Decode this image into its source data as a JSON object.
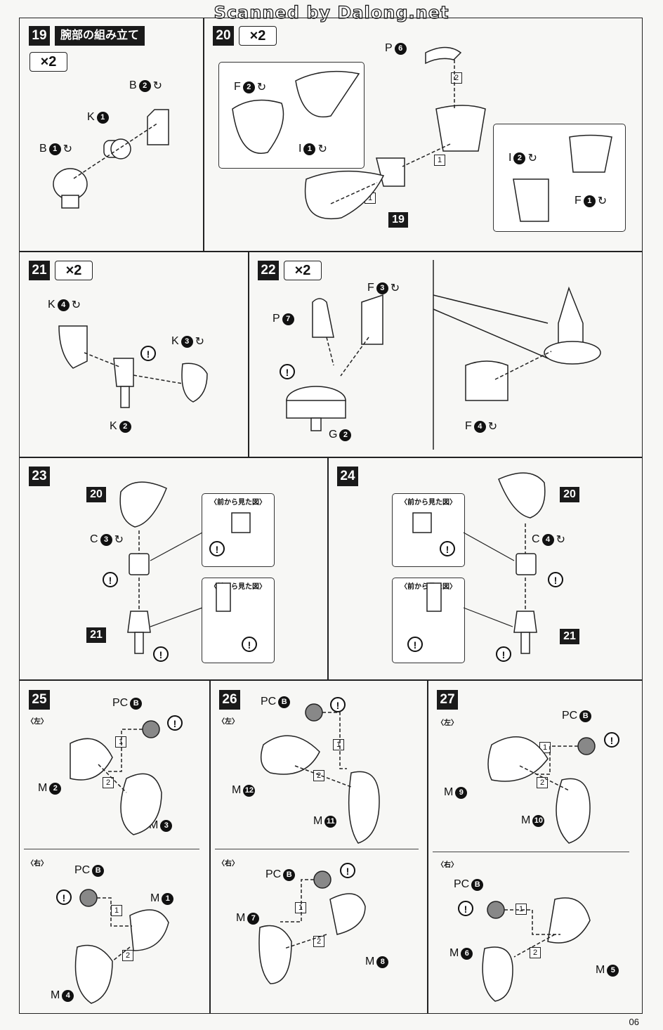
{
  "header": "Scanned by Dalong.net",
  "page_number": "06",
  "s19": {
    "step": "19",
    "title": "腕部の組み立て",
    "times": "×2",
    "b2": {
      "l": "B",
      "n": "2"
    },
    "k1": {
      "l": "K",
      "n": "1"
    },
    "b1": {
      "l": "B",
      "n": "1"
    }
  },
  "s20": {
    "step": "20",
    "times": "×2",
    "f2": {
      "l": "F",
      "n": "2"
    },
    "i1": {
      "l": "I",
      "n": "1"
    },
    "p6": {
      "l": "P",
      "n": "6"
    },
    "i2": {
      "l": "I",
      "n": "2"
    },
    "f1": {
      "l": "F",
      "n": "1"
    },
    "ref": "19",
    "seq1": "1",
    "seq2": "2",
    "seq3": "1",
    "seq4": "1"
  },
  "s21": {
    "step": "21",
    "times": "×2",
    "k4": {
      "l": "K",
      "n": "4"
    },
    "k3": {
      "l": "K",
      "n": "3"
    },
    "k2": {
      "l": "K",
      "n": "2"
    }
  },
  "s22": {
    "step": "22",
    "times": "×2",
    "f3": {
      "l": "F",
      "n": "3"
    },
    "p7": {
      "l": "P",
      "n": "7"
    },
    "g2": {
      "l": "G",
      "n": "2"
    },
    "f4": {
      "l": "F",
      "n": "4"
    }
  },
  "s23": {
    "step": "23",
    "ref20": "20",
    "ref21": "21",
    "c3": {
      "l": "C",
      "n": "3"
    },
    "cap1": "〈前から見た図〉",
    "cap2": "〈前から見た図〉"
  },
  "s24": {
    "step": "24",
    "ref20": "20",
    "ref21": "21",
    "c4": {
      "l": "C",
      "n": "4"
    },
    "cap1": "〈前から見た図〉",
    "cap2": "〈前から見た図〉"
  },
  "s25": {
    "step": "25",
    "left": "〈左〉",
    "right": "〈右〉",
    "pcb1": {
      "l": "PC",
      "n": "B"
    },
    "m2": {
      "l": "M",
      "n": "2"
    },
    "m3": {
      "l": "M",
      "n": "3"
    },
    "pcb2": {
      "l": "PC",
      "n": "B"
    },
    "m1": {
      "l": "M",
      "n": "1"
    },
    "m4": {
      "l": "M",
      "n": "4"
    }
  },
  "s26": {
    "step": "26",
    "left": "〈左〉",
    "right": "〈右〉",
    "pcb1": {
      "l": "PC",
      "n": "B"
    },
    "m12": {
      "l": "M",
      "n": "12"
    },
    "m11": {
      "l": "M",
      "n": "11"
    },
    "pcb2": {
      "l": "PC",
      "n": "B"
    },
    "m7": {
      "l": "M",
      "n": "7"
    },
    "m8": {
      "l": "M",
      "n": "8"
    }
  },
  "s27": {
    "step": "27",
    "left": "〈左〉",
    "right": "〈右〉",
    "pcb1": {
      "l": "PC",
      "n": "B"
    },
    "m9": {
      "l": "M",
      "n": "9"
    },
    "m10": {
      "l": "M",
      "n": "10"
    },
    "pcb2": {
      "l": "PC",
      "n": "B"
    },
    "m6": {
      "l": "M",
      "n": "6"
    },
    "m5": {
      "l": "M",
      "n": "5"
    }
  },
  "seq": {
    "one": "1",
    "two": "2"
  },
  "warn_symbol": "!"
}
